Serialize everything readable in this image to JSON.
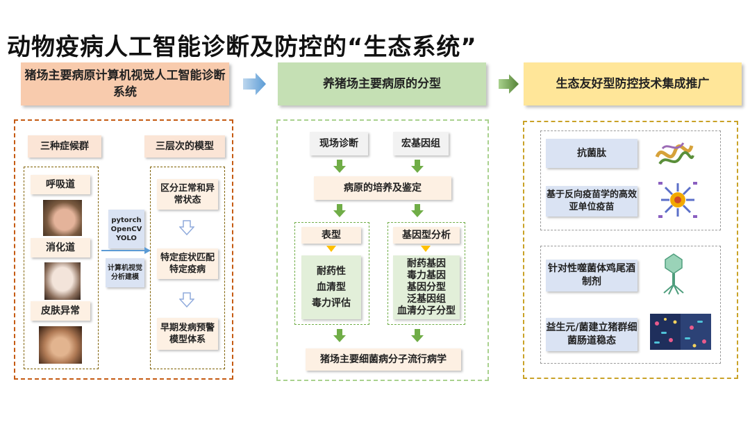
{
  "title": "动物疫病人工智能诊断及防控的“生态系统”",
  "headers": {
    "h1": "猪场主要病原计算机视觉人工智能诊断系统",
    "h2": "养猪场主要病原的分型",
    "h3": "生态友好型防控技术集成推广"
  },
  "left": {
    "symptoms_title": "三种症候群",
    "models_title": "三层次的模型",
    "symptoms": [
      "呼吸道",
      "消化道",
      "皮肤异常"
    ],
    "tools_text": "pytorch\nOpenCV\nYOLO",
    "tools_items": [
      "pytorch",
      "OpenCV",
      "YOLO"
    ],
    "cv_items": [
      "计算机视觉",
      "分析建模"
    ],
    "models": [
      "区分正常和异常状态",
      "特定症状匹配特定疫病",
      "早期发病预警模型体系"
    ]
  },
  "middle": {
    "top_left": "现场诊断",
    "top_right": "宏基因组",
    "culture": "病原的培养及鉴定",
    "phenotype_title": "表型",
    "phenotype_items": [
      "耐药性",
      "血清型",
      "毒力评估"
    ],
    "genotype_title": "基因型分析",
    "genotype_items": [
      "耐药基因",
      "毒力基因",
      "基因分型",
      "泛基因组",
      "血清分子分型"
    ],
    "bottom": "猪场主要细菌病分子流行病学"
  },
  "right": {
    "items": [
      "抗菌肽",
      "基于反向疫苗学的高效亚单位疫苗",
      "针对性噬菌体鸡尾酒制剂",
      "益生元/菌建立猪群细菌肠道稳态"
    ]
  },
  "colors": {
    "arrow_green": "#70ad47",
    "arrow_orange": "#ffc000",
    "arrow_blue": "#5b9bd5"
  }
}
